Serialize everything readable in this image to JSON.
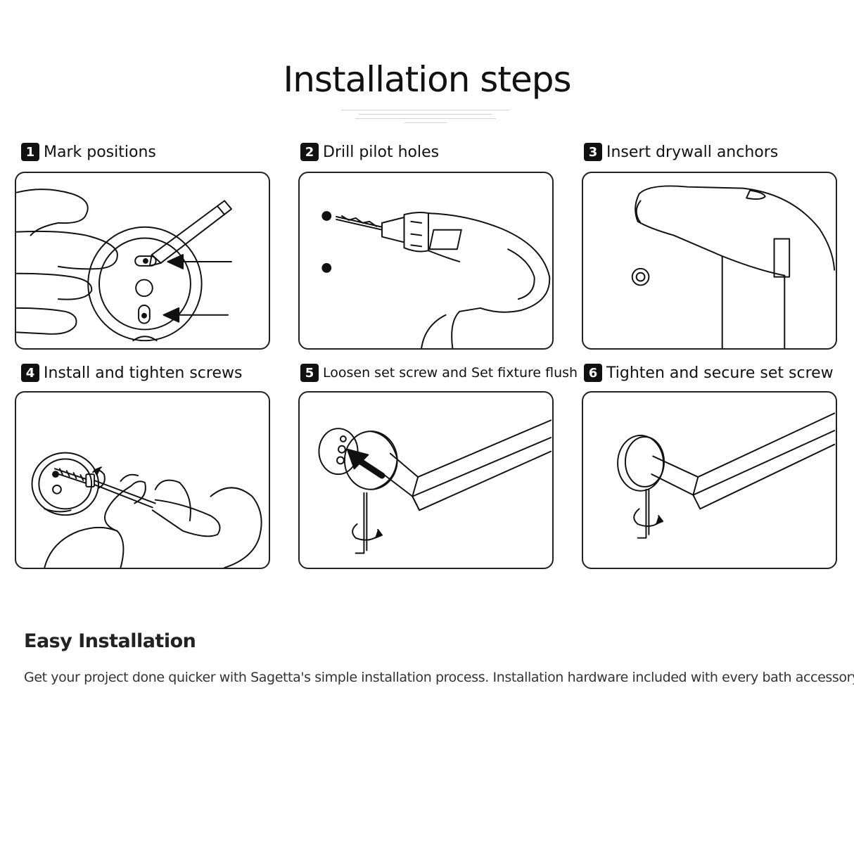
{
  "page": {
    "title": "Installation steps"
  },
  "steps": [
    {
      "number": "1",
      "label": "Mark positions"
    },
    {
      "number": "2",
      "label": "Drill pilot holes"
    },
    {
      "number": "3",
      "label": "Insert drywall anchors"
    },
    {
      "number": "4",
      "label": "Install and tighten screws"
    },
    {
      "number": "5",
      "label": "Loosen set screw and Set fixture flush"
    },
    {
      "number": "6",
      "label": "Tighten and secure set screw"
    }
  ],
  "section": {
    "heading": "Easy Installation",
    "body": "Get your project done quicker with Sagetta's simple installation process. Installation hardware included with every bath accessory."
  }
}
